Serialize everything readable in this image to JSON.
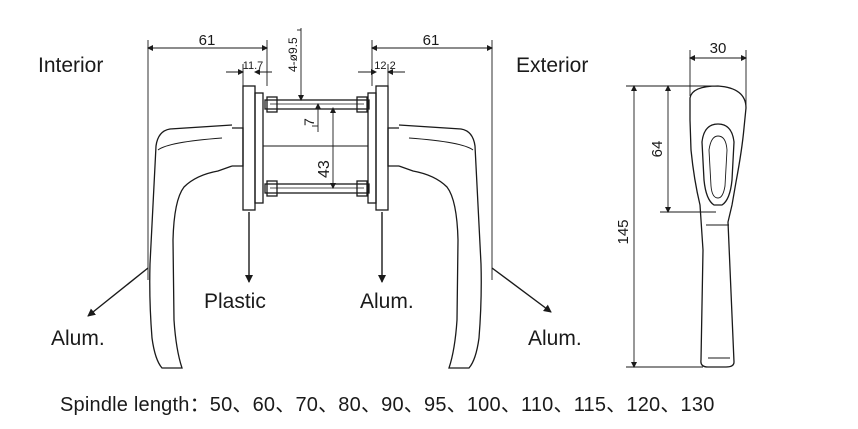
{
  "labels": {
    "interior": "Interior",
    "exterior": "Exterior",
    "plastic": "Plastic",
    "alum_center": "Alum.",
    "alum_left": "Alum.",
    "alum_right": "Alum."
  },
  "dimensions": {
    "left_width": "61",
    "right_width": "61",
    "left_plate": "11.7",
    "right_plate": "12.2",
    "screw_holes": "4-ø9.5",
    "offset": "7",
    "spacing": "43",
    "side_width": "30",
    "side_upper": "64",
    "side_total": "145"
  },
  "footer": {
    "text": "Spindle length：50、60、70、80、90、95、100、110、115、120、130"
  }
}
